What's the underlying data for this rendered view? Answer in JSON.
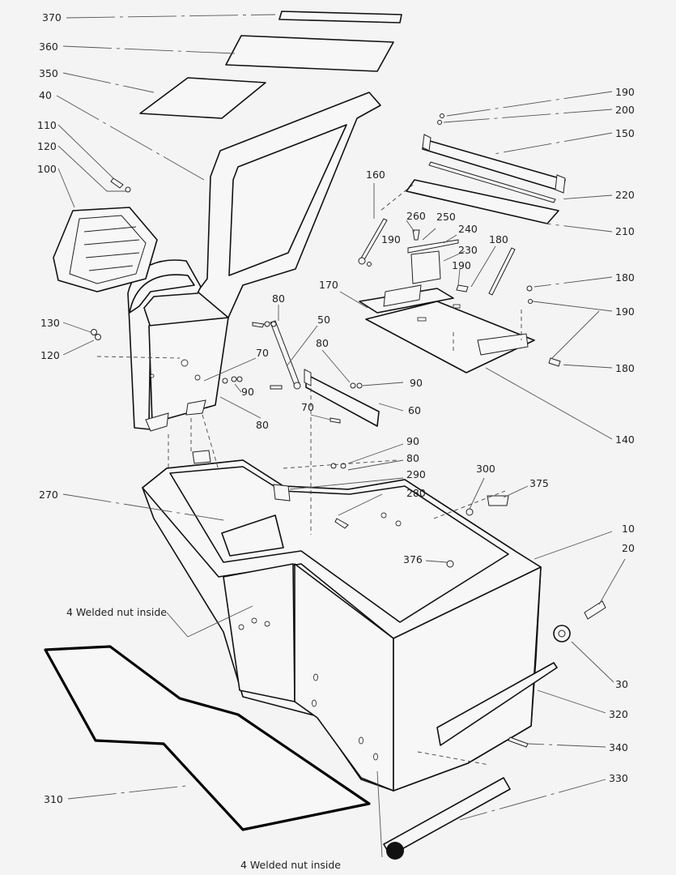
{
  "labels": {
    "p370": "370",
    "p360": "360",
    "p350": "350",
    "p40": "40",
    "p110": "110",
    "p120a": "120",
    "p100": "100",
    "p130": "130",
    "p120b": "120",
    "p270": "270",
    "note1": "4 Welded nut inside",
    "p310": "310",
    "note2": "4 Welded nut inside",
    "p190a": "190",
    "p200": "200",
    "p150": "150",
    "p220": "220",
    "p210": "210",
    "p160": "160",
    "p260": "260",
    "p250": "250",
    "p240": "240",
    "p190b": "190",
    "p230": "230",
    "p180a": "180",
    "p190c": "190",
    "p180b": "180",
    "p190d": "190",
    "p180c": "180",
    "p170": "170",
    "p140": "140",
    "p80a": "80",
    "p50": "50",
    "p70a": "70",
    "p90a": "90",
    "p80b": "80",
    "p80c": "80",
    "p90b": "90",
    "p60": "60",
    "p70b": "70",
    "p90c": "90",
    "p80d": "80",
    "p290": "290",
    "p280": "280",
    "p300": "300",
    "p375": "375",
    "p10": "10",
    "p20": "20",
    "p376": "376",
    "p30": "30",
    "p320": "320",
    "p340": "340",
    "p330": "330"
  }
}
